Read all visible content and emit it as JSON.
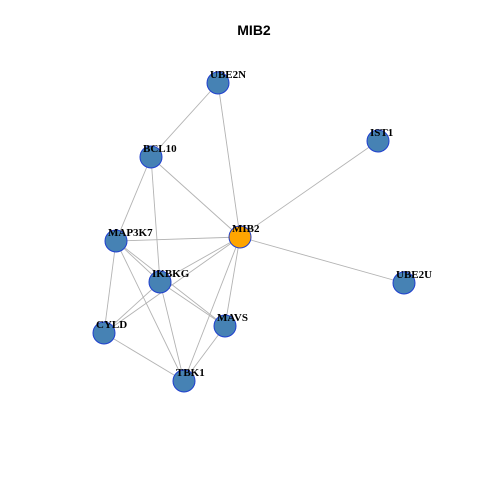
{
  "title": "MIB2",
  "colors": {
    "center_node": "#ffa500",
    "other_node": "#4682b4",
    "node_border": "#1f3fcf",
    "edge": "#b3b3b3"
  },
  "nodes": [
    {
      "id": "MIB2",
      "label": "MIB2",
      "role": "center"
    },
    {
      "id": "UBE2N",
      "label": "UBE2N",
      "role": "other"
    },
    {
      "id": "BCL10",
      "label": "BCL10",
      "role": "other"
    },
    {
      "id": "IST1",
      "label": "IST1",
      "role": "other"
    },
    {
      "id": "MAP3K7",
      "label": "MAP3K7",
      "role": "other"
    },
    {
      "id": "IKBKG",
      "label": "IKBKG",
      "role": "other"
    },
    {
      "id": "UBE2U",
      "label": "UBE2U",
      "role": "other"
    },
    {
      "id": "CYLD",
      "label": "CYLD",
      "role": "other"
    },
    {
      "id": "MAVS",
      "label": "MAVS",
      "role": "other"
    },
    {
      "id": "TBK1",
      "label": "TBK1",
      "role": "other"
    }
  ],
  "edges": [
    [
      "UBE2N",
      "BCL10"
    ],
    [
      "UBE2N",
      "MIB2"
    ],
    [
      "BCL10",
      "MIB2"
    ],
    [
      "BCL10",
      "MAP3K7"
    ],
    [
      "BCL10",
      "IKBKG"
    ],
    [
      "IST1",
      "MIB2"
    ],
    [
      "MAP3K7",
      "MIB2"
    ],
    [
      "MAP3K7",
      "IKBKG"
    ],
    [
      "MAP3K7",
      "CYLD"
    ],
    [
      "MAP3K7",
      "MAVS"
    ],
    [
      "MAP3K7",
      "TBK1"
    ],
    [
      "MIB2",
      "IKBKG"
    ],
    [
      "MIB2",
      "UBE2U"
    ],
    [
      "MIB2",
      "MAVS"
    ],
    [
      "MIB2",
      "TBK1"
    ],
    [
      "MIB2",
      "CYLD"
    ],
    [
      "IKBKG",
      "CYLD"
    ],
    [
      "IKBKG",
      "MAVS"
    ],
    [
      "IKBKG",
      "TBK1"
    ],
    [
      "CYLD",
      "TBK1"
    ],
    [
      "MAVS",
      "TBK1"
    ]
  ]
}
